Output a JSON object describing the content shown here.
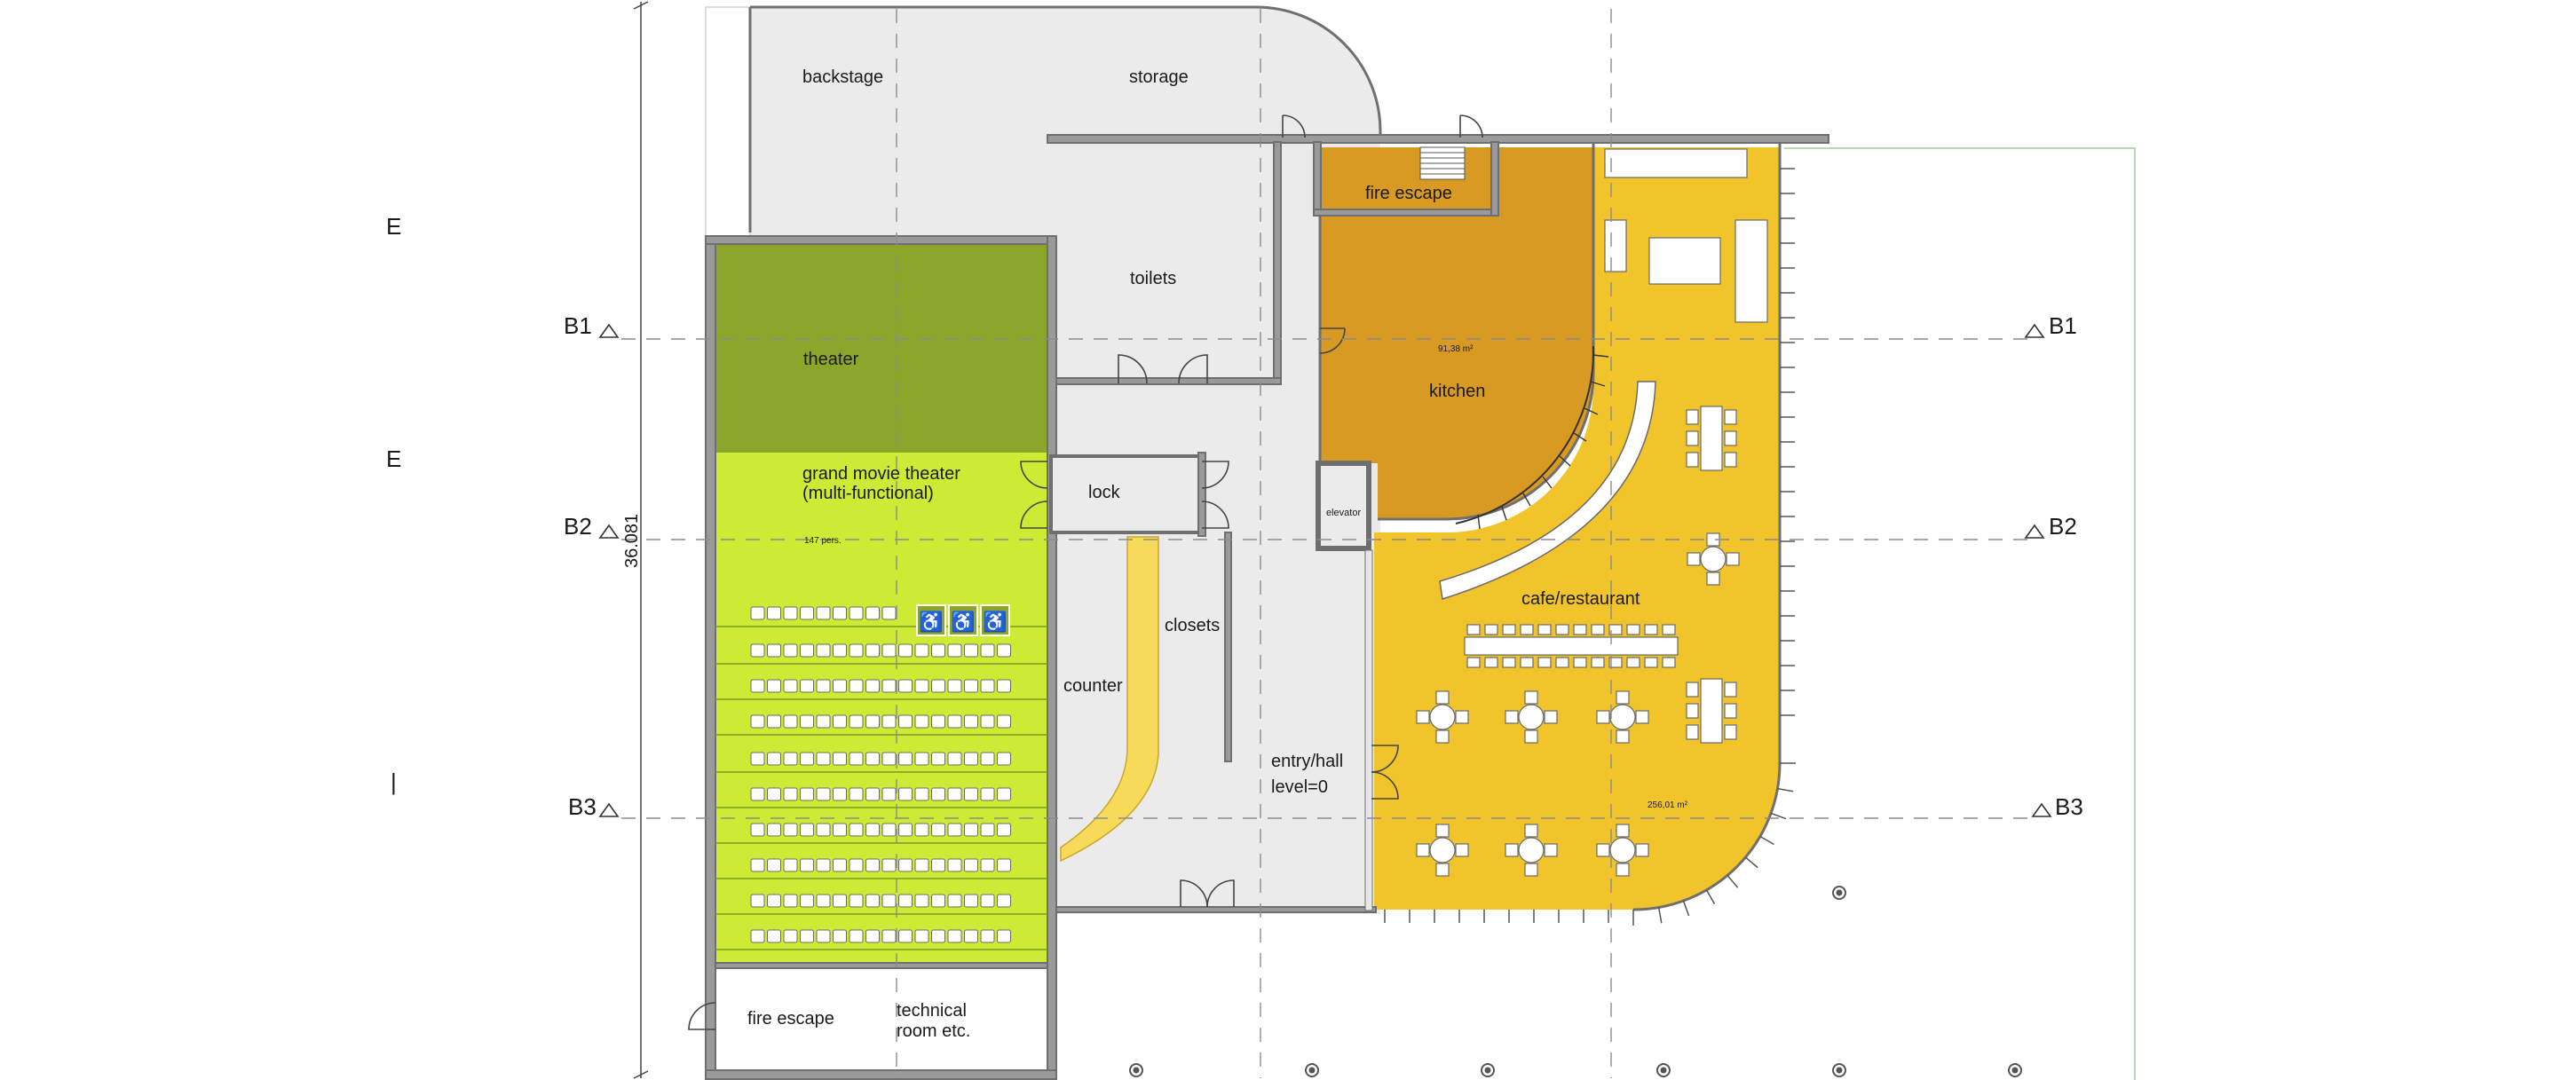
{
  "plan": {
    "rooms": {
      "backstage": "backstage",
      "storage": "storage",
      "toilets": "toilets",
      "fire_escape_top": "fire escape",
      "kitchen": "kitchen",
      "kitchen_area": "91,38 m²",
      "theater": "theater",
      "grand_theater_line1": "grand movie theater",
      "grand_theater_line2": "(multi-functional)",
      "capacity": "147 pers.",
      "lock": "lock",
      "elevator": "elevator",
      "closets": "closets",
      "counter": "counter",
      "entry_line1": "entry/hall",
      "entry_line2": "level=0",
      "cafe": "cafe/restaurant",
      "cafe_area": "256,01 m²",
      "fire_escape_bottom": "fire escape",
      "technical_line1": "technical",
      "technical_line2": "room etc."
    },
    "axes": {
      "b1": "B1",
      "b2": "B2",
      "b3": "B3"
    },
    "dimension": "36.081",
    "margin_marks": [
      "E",
      "E",
      "|"
    ],
    "colors": {
      "theater": "#8ba62a",
      "grand_theater": "#cdeb35",
      "kitchen": "#d89a23",
      "cafe": "#f2c42b",
      "counter": "#f7da5a",
      "floor": "#ebebeb",
      "wall": "#9a9a9a"
    },
    "icons": [
      "wheelchair-icon",
      "door-icon",
      "stair-icon",
      "column-icon"
    ]
  }
}
